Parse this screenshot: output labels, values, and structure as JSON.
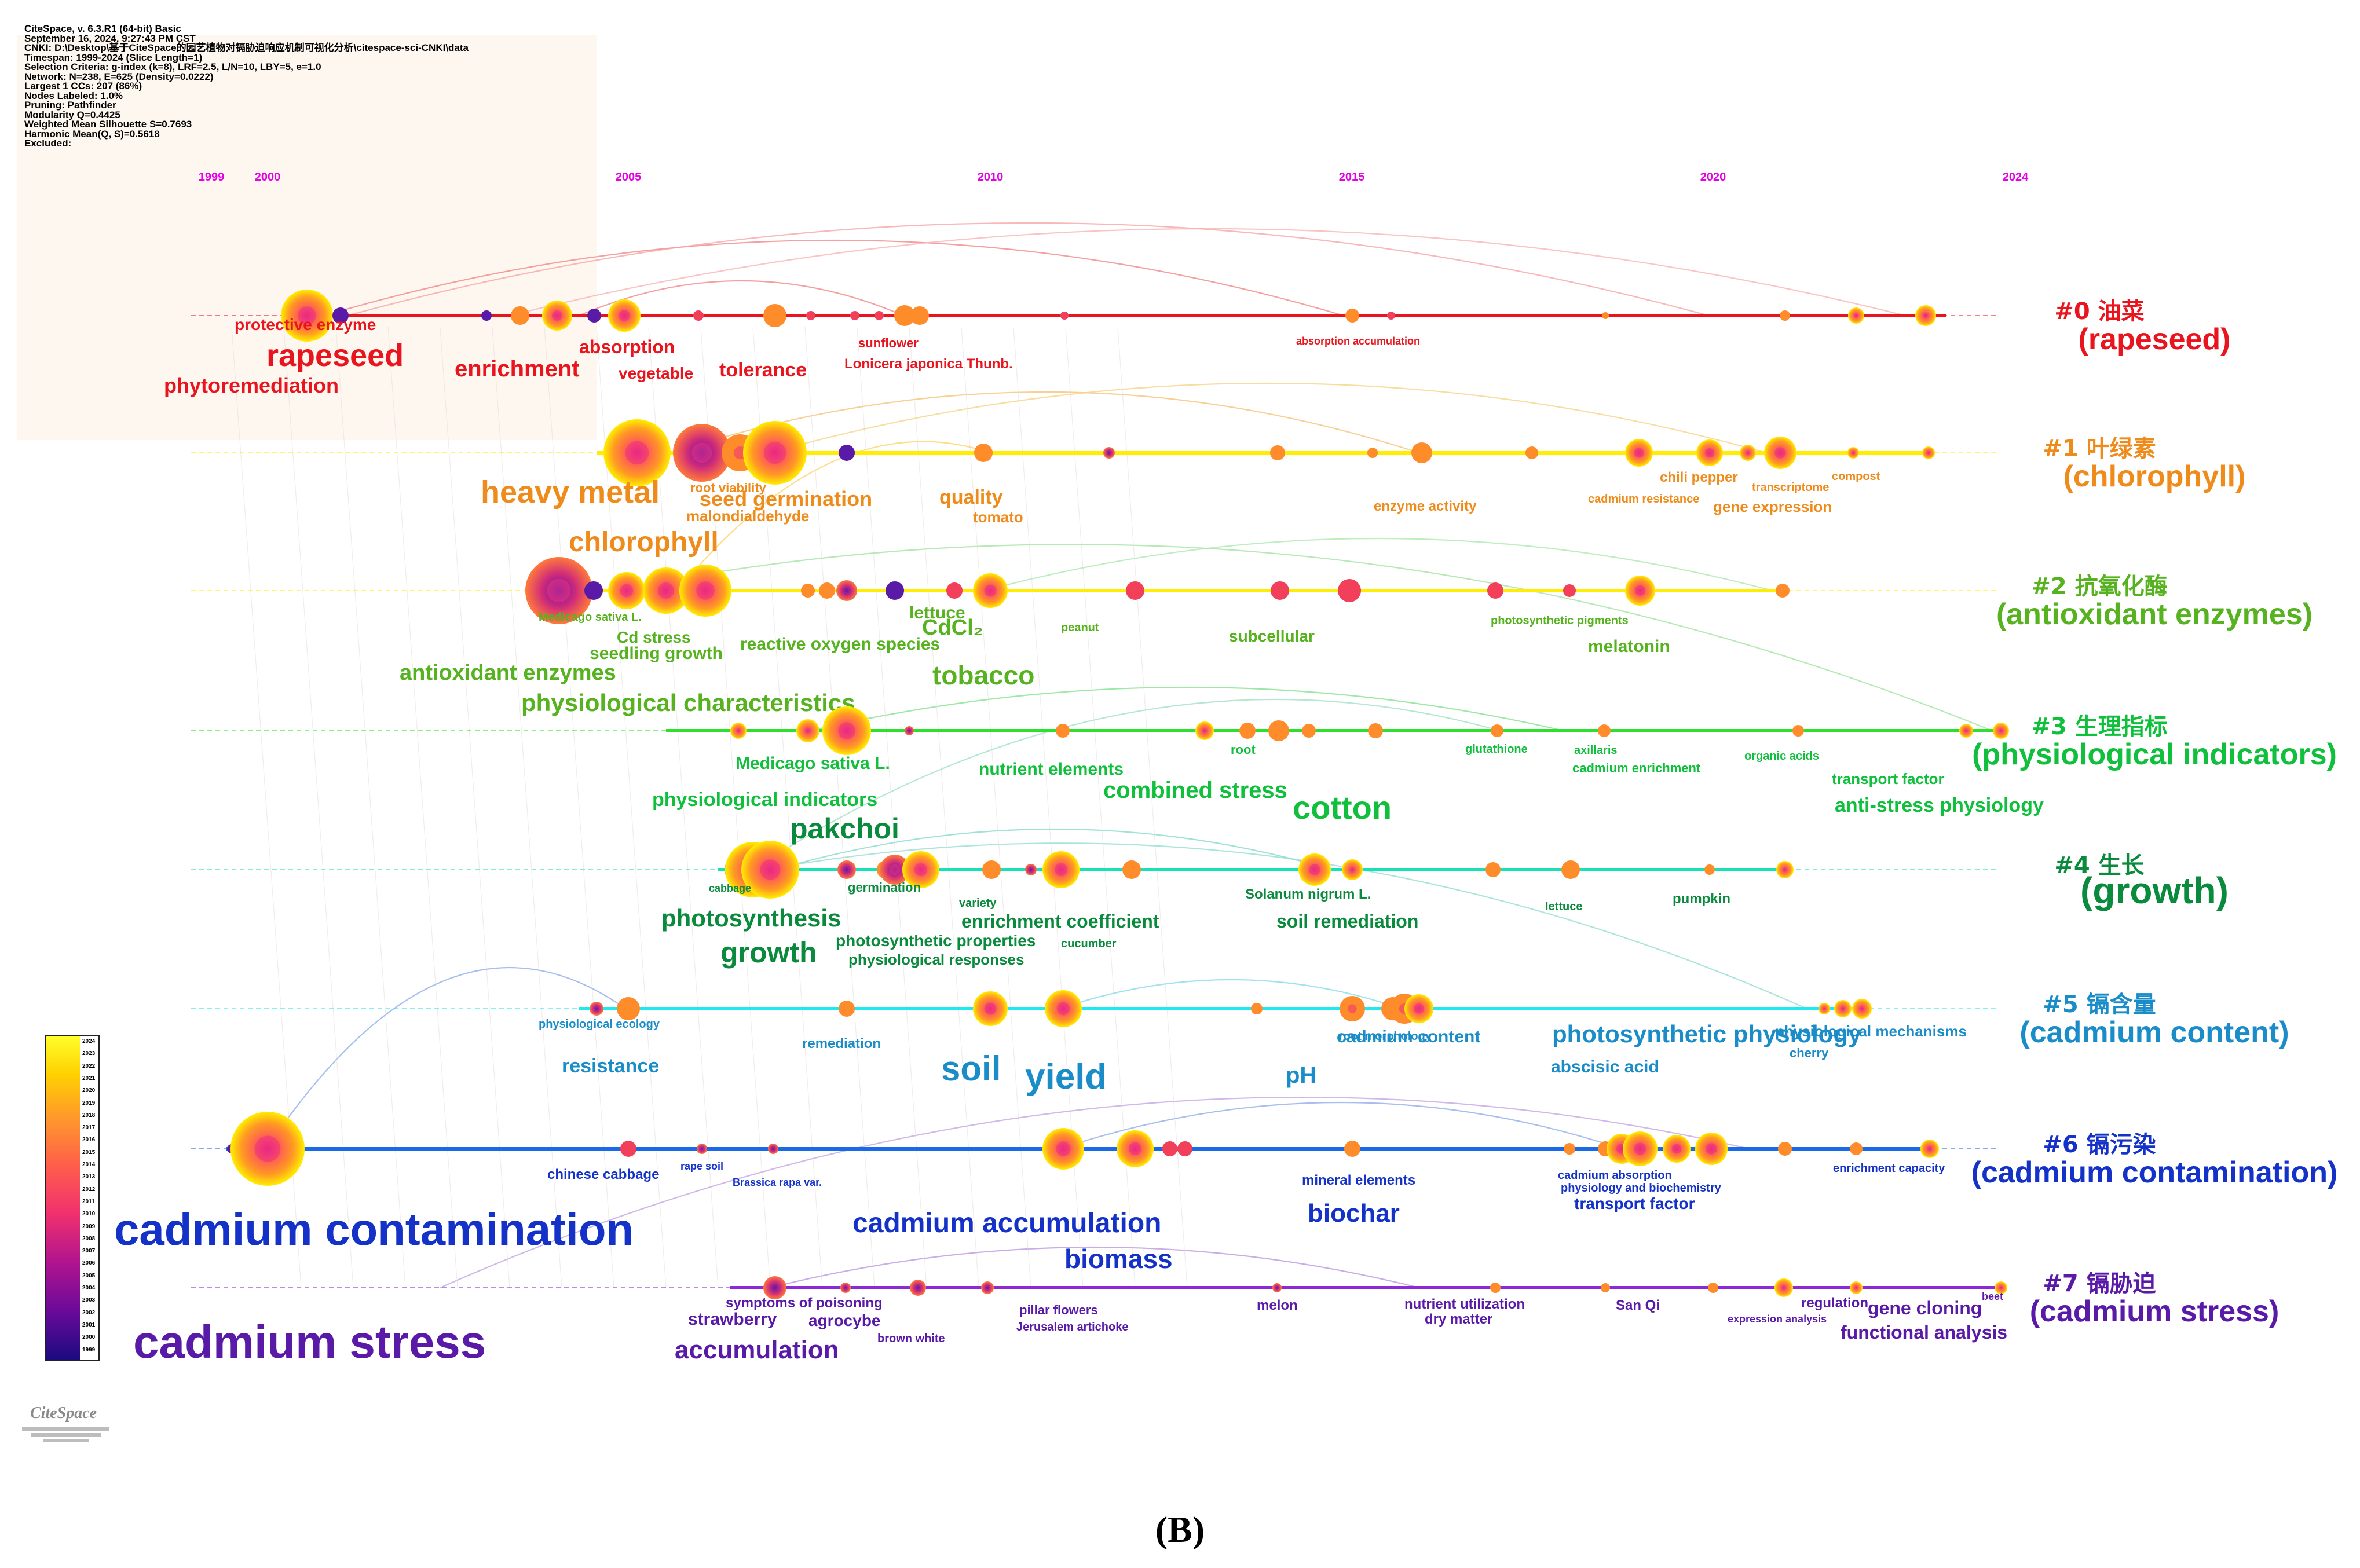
{
  "info_lines": [
    "CiteSpace, v. 6.3.R1 (64-bit) Basic",
    "September 16, 2024, 9:27:43 PM CST",
    "CNKI: D:\\Desktop\\基于CiteSpace的园艺植物对镉胁迫响应机制可视化分析\\citespace-sci-CNKI\\data",
    "Timespan: 1999-2024 (Slice Length=1)",
    "Selection Criteria: g-index (k=8), LRF=2.5, L/N=10, LBY=5, e=1.0",
    "Network: N=238, E=625 (Density=0.0222)",
    "Largest 1 CCs: 207 (86%)",
    "Nodes Labeled: 1.0%",
    "Pruning: Pathfinder",
    "Modularity Q=0.4425",
    "Weighted Mean Silhouette S=0.7693",
    "Harmonic Mean(Q, S)=0.5618",
    "Excluded:"
  ],
  "years": [
    "1999",
    "2000",
    "2005",
    "2010",
    "2015",
    "2020",
    "2024"
  ],
  "caption": "(B)",
  "logo_text": "CiteSpace",
  "legend_years": [
    "2024",
    "2023",
    "2022",
    "2021",
    "2020",
    "2019",
    "2018",
    "2017",
    "2016",
    "2015",
    "2014",
    "2013",
    "2012",
    "2011",
    "2010",
    "2009",
    "2008",
    "2007",
    "2006",
    "2005",
    "2004",
    "2003",
    "2002",
    "2001",
    "2000",
    "1999"
  ],
  "clusters": [
    {
      "id": "#0 油菜",
      "en": "(rapeseed)",
      "color": "#e8141e",
      "labelColor": "#e8141e",
      "terms": [
        "protective enzyme",
        "rapeseed",
        "phytoremediation",
        "enrichment",
        "absorption",
        "vegetable",
        "tolerance",
        "sunflower",
        "Lonicera japonica Thunb.",
        "absorption accumulation"
      ]
    },
    {
      "id": "#1 叶绿素",
      "en": "(chlorophyll)",
      "color": "#ffee00",
      "labelColor": "#ee8b1a",
      "terms": [
        "heavy metal",
        "root viability",
        "seed germination",
        "malondialdehyde",
        "chlorophyll",
        "quality",
        "tomato",
        "enzyme activity",
        "cadmium resistance",
        "chili pepper",
        "transcriptome",
        "compost",
        "gene expression"
      ]
    },
    {
      "id": "#2 抗氧化酶",
      "en": "(antioxidant enzymes)",
      "color": "#ffee00",
      "labelColor": "#56b21e",
      "terms": [
        "Medicago sativa L.",
        "Cd stress",
        "seedling growth",
        "lettuce",
        "CdCl₂",
        "reactive oxygen species",
        "antioxidant enzymes",
        "physiological characteristics",
        "tobacco",
        "peanut",
        "subcellular",
        "photosynthetic pigments",
        "melatonin"
      ]
    },
    {
      "id": "#3 生理指标",
      "en": "(physiological indicators)",
      "color": "#2de02d",
      "labelColor": "#10c03c",
      "terms": [
        "Medicago sativa L.",
        "nutrient elements",
        "root",
        "glutathione",
        "axillaris",
        "cadmium enrichment",
        "organic acids",
        "transport factor",
        "anti-stress physiology",
        "physiological indicators",
        "combined stress",
        "cotton"
      ]
    },
    {
      "id": "#4 生长",
      "en": "(growth)",
      "color": "#18e0b8",
      "labelColor": "#0a8a3c",
      "terms": [
        "pakchoi",
        "cabbage",
        "germination",
        "photosynthesis",
        "growth",
        "variety",
        "enrichment coefficient",
        "photosynthetic properties",
        "physiological responses",
        "cucumber",
        "Solanum nigrum L.",
        "soil remediation",
        "lettuce",
        "pumpkin"
      ]
    },
    {
      "id": "#5 镉含量",
      "en": "(cadmium content)",
      "color": "#1ee8f0",
      "labelColor": "#1a8cc8",
      "terms": [
        "physiological ecology",
        "resistance",
        "remediation",
        "soil",
        "yield",
        "root morphology",
        "cadmium content",
        "pH",
        "photosynthetic physiology",
        "abscisic acid",
        "physiological mechanisms",
        "cherry"
      ]
    },
    {
      "id": "#6 镉污染",
      "en": "(cadmium contamination)",
      "color": "#1a6ae8",
      "labelColor": "#1432c8",
      "terms": [
        "cadmium contamination",
        "chinese cabbage",
        "rape soil",
        "Brassica rapa var.",
        "cadmium accumulation",
        "biomass",
        "mineral elements",
        "biochar",
        "cadmium absorption",
        "physiology and biochemistry",
        "transport factor",
        "enrichment capacity"
      ]
    },
    {
      "id": "#7 镉胁迫",
      "en": "(cadmium stress)",
      "color": "#8c2ad8",
      "labelColor": "#5a1aa8",
      "terms": [
        "cadmium stress",
        "symptoms of poisoning",
        "strawberry",
        "agrocybe",
        "accumulation",
        "brown white",
        "pillar flowers",
        "Jerusalem artichoke",
        "melon",
        "nutrient utilization",
        "dry matter",
        "San Qi",
        "expression analysis",
        "regulation",
        "gene cloning",
        "functional analysis",
        "beet"
      ]
    }
  ],
  "colors": {
    "year_label": "#e600e6",
    "background": "#ffffff"
  }
}
